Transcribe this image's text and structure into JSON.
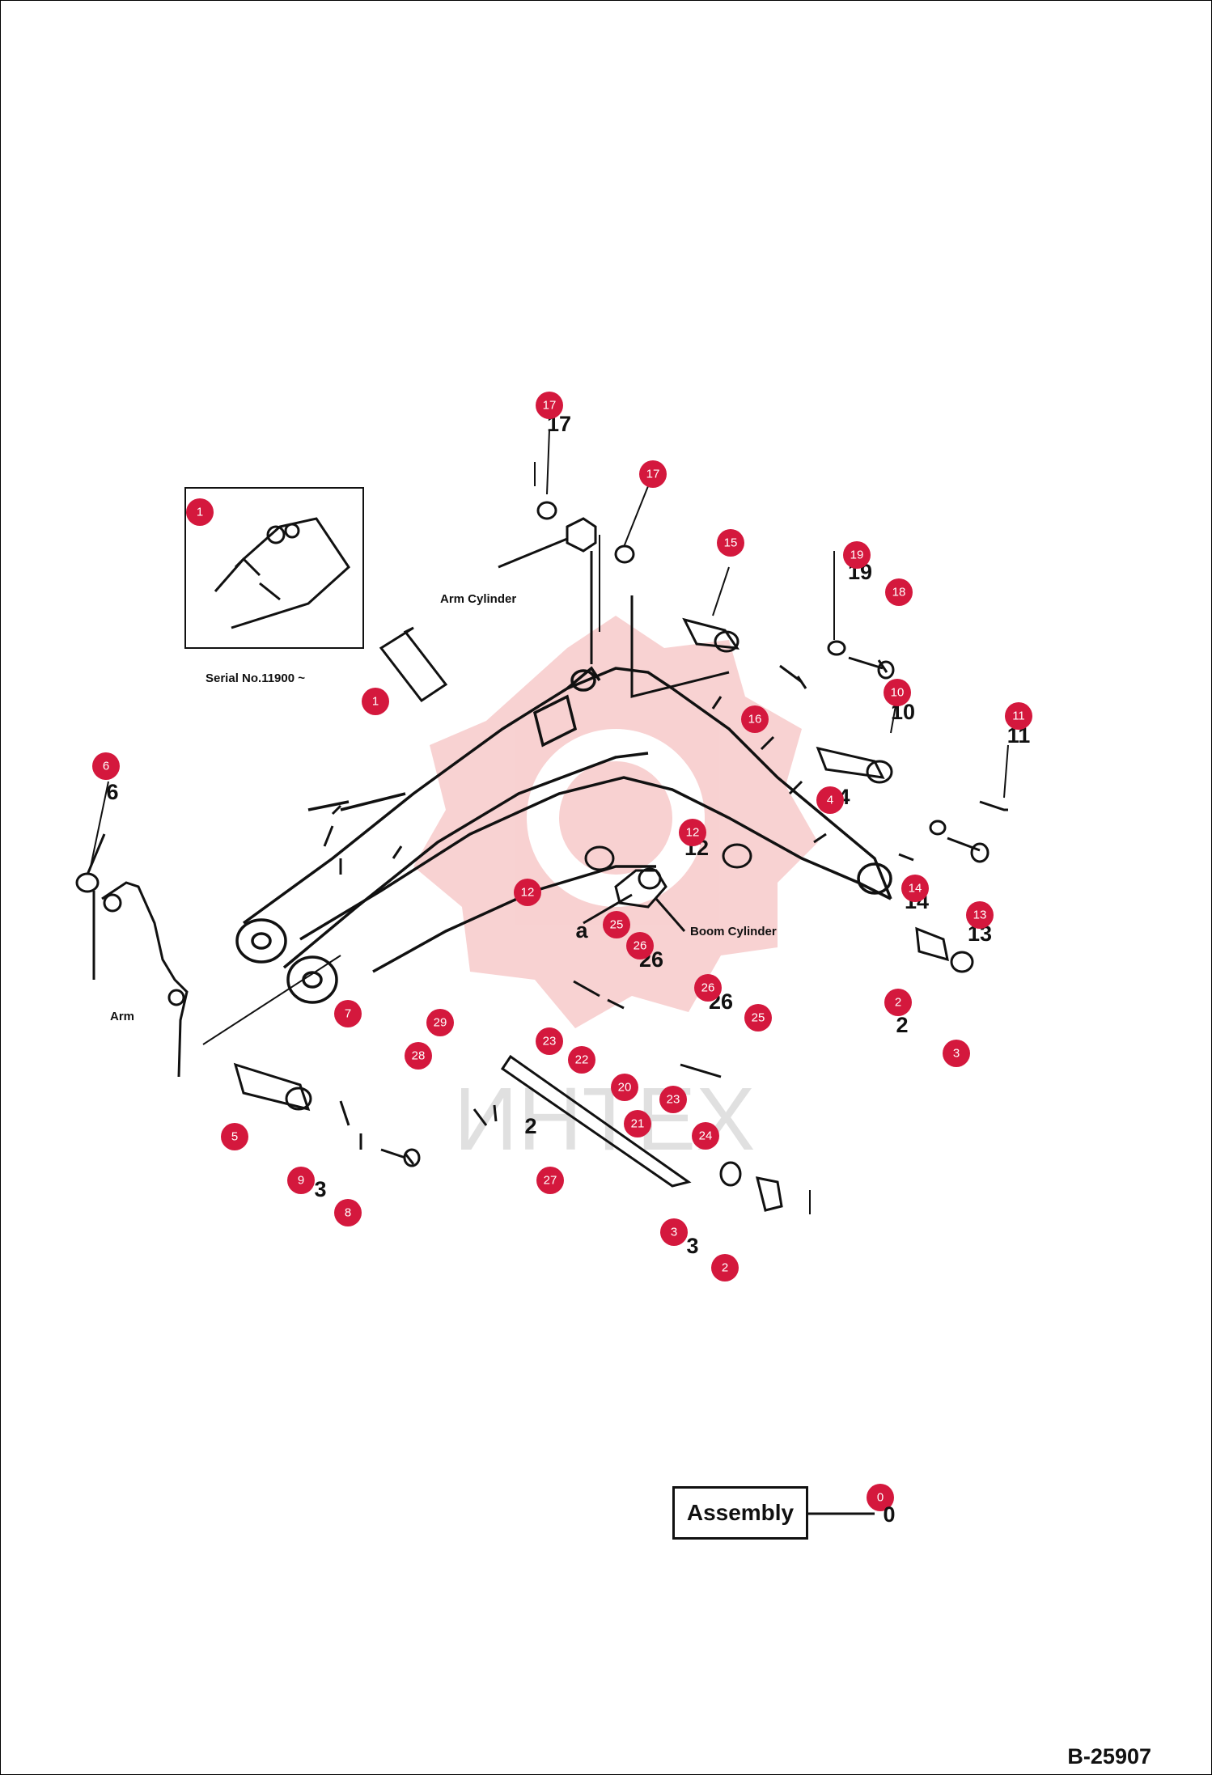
{
  "labels": {
    "arm_cylinder": "Arm Cylinder",
    "boom_cylinder": "Boom Cylinder",
    "arm": "Arm",
    "serial": "Serial No.11900 ~",
    "point_a": "a"
  },
  "assembly": {
    "label": "Assembly",
    "number": "0"
  },
  "doc_code": "B-25907",
  "watermark": "ИНТЕХ",
  "colors": {
    "callout": "#d4183d",
    "watermark": "#f2a5a5",
    "line": "#111111"
  },
  "callouts": [
    "17",
    "17",
    "1",
    "15",
    "19",
    "18",
    "1",
    "16",
    "10",
    "11",
    "6",
    "4",
    "12",
    "12",
    "14",
    "13",
    "25",
    "26",
    "2",
    "26",
    "7",
    "29",
    "23",
    "25",
    "28",
    "22",
    "20",
    "23",
    "3",
    "21",
    "24",
    "5",
    "27",
    "9",
    "8",
    "3",
    "2",
    "0"
  ],
  "part_numbers": [
    "17",
    "6",
    "19",
    "10",
    "11",
    "4",
    "12",
    "2",
    "14",
    "13",
    "26",
    "26",
    "2",
    "3",
    "3",
    "2"
  ]
}
